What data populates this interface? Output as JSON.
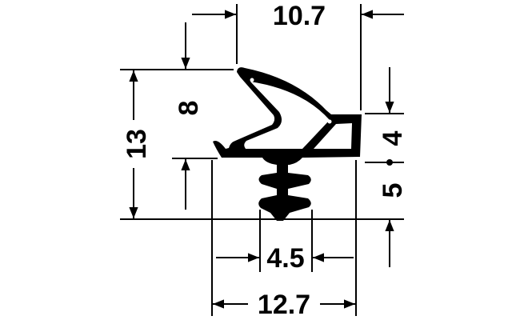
{
  "drawing": {
    "title": "Seal profile cross-section",
    "colors": {
      "ink": "#000000",
      "background": "#ffffff"
    },
    "dimensions": {
      "top_width": "10.7",
      "total_height": "13",
      "upper_height": "8",
      "right_upper": "4",
      "right_lower": "5",
      "stem_width": "4.5",
      "base_width": "12.7"
    }
  }
}
